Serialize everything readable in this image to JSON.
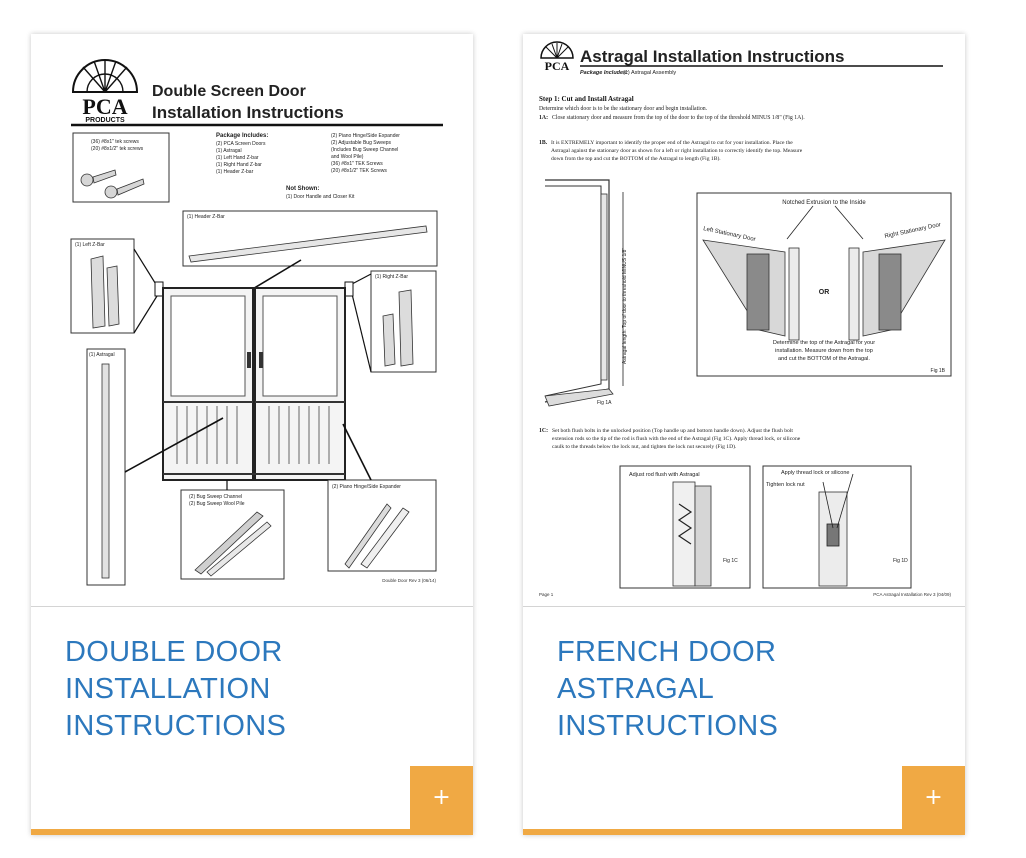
{
  "cards": [
    {
      "title": "DOUBLE DOOR\nINSTALLATION\nINSTRUCTIONS",
      "action_label": "+",
      "doc": {
        "logo": "PCA",
        "logo_sub": "PRODUCTS",
        "heading_1": "Double Screen Door",
        "heading_2": "Installation Instructions",
        "screws_1": "(36) #8x1\" tek screws",
        "screws_2": "(20) #8x1/2\" tek screws",
        "package_label": "Package Includes:",
        "package_col1": [
          "(2) PCA Screen Doors",
          "(1) Astragal",
          "(1) Left Hand Z-bar",
          "(1) Right Hand Z-bar",
          "(1) Header Z-bar"
        ],
        "package_col2": [
          "(2) Piano Hinge/Side Expander",
          "(2) Adjustable Bug Sweeps",
          "(Includes Bug Sweep Channel",
          "and Wool Pile)",
          "(36) #8x1\" TEK Screws",
          "(20) #8x1/2\" TEK Screws"
        ],
        "not_shown_label": "Not Shown:",
        "not_shown": "(1) Door Handle and Closer Kit",
        "header_zbar": "(1) Header Z-Bar",
        "left_zbar": "(1) Left Z-Bar",
        "right_zbar": "(1) Right Z-Bar",
        "astragal": "(1) Astragal",
        "bug_sweep_1": "(2) Bug Sweep Channel",
        "bug_sweep_2": "(2) Bug Sweep Wool Pile",
        "piano_hinge": "(2) Piano Hinge/Side Expander",
        "footer": "Double Door Rev 3 (06/14)"
      }
    },
    {
      "title": "FRENCH DOOR\nASTRAGAL\nINSTRUCTIONS",
      "action_label": "+",
      "doc": {
        "logo": "PCA",
        "heading": "Astragal Installation Instructions",
        "package_label": "Package Includes:",
        "package_value": "(1) Astragal Assembly",
        "step1": "Step 1: Cut and Install Astragal",
        "step1_intro": "Determine which door is to be the stationary door and begin installation.",
        "step1a_label": "1A:",
        "step1a": "Close stationary door and measure from the top of the door to the top of the threshold MINUS 1/8\" (Fig 1A).",
        "step1b_label": "1B.",
        "step1b_lines": [
          "It is EXTREMELY important to identify the proper end of the Astragal to cut for your installation. Place the",
          "Astragal against the stationary door as shown for a left or right installation to correctly identify the top. Measure",
          "down from the top and cut the BOTTOM of the Astragal to length (Fig 1B)."
        ],
        "notched": "Notched Extrusion to the Inside",
        "left_stationary": "Left Stationary Door",
        "right_stationary": "Right Stationary Door",
        "or": "OR",
        "determine_lines": [
          "Determine the top of the Astragal for your",
          "installation. Measure down from the top",
          "and cut the BOTTOM of the Astragal."
        ],
        "fig1b": "Fig 1B",
        "fig1a": "Fig 1A",
        "vertical_label": "Astragal length: Top of door to threshold MINUS 1/8\"",
        "step1c_label": "1C:",
        "step1c_lines": [
          "Set both flush bolts in the unlocked position (Top handle up and bottom handle down). Adjust the flush bolt",
          "extension rods so the tip of the rod is flush with the end of the Astragal (Fig 1C). Apply thread lock, or silicone",
          "caulk to the threads below the lock nut, and tighten the lock nut securely (Fig 1D)."
        ],
        "adjust_rod": "Adjust rod flush with Astragal",
        "apply_thread": "Apply thread lock or silicone",
        "tighten_nut": "Tighten lock nut",
        "fig1c": "Fig 1C",
        "fig1d": "Fig 1D",
        "page": "Page 1",
        "footer": "PCA Astragal Installation Rev 3 (04/09)"
      }
    }
  ],
  "colors": {
    "title_blue": "#2c78bd",
    "accent_orange": "#f0a944"
  },
  "icons": {
    "action": "plus-icon",
    "logo": "pca-fan-logo"
  }
}
